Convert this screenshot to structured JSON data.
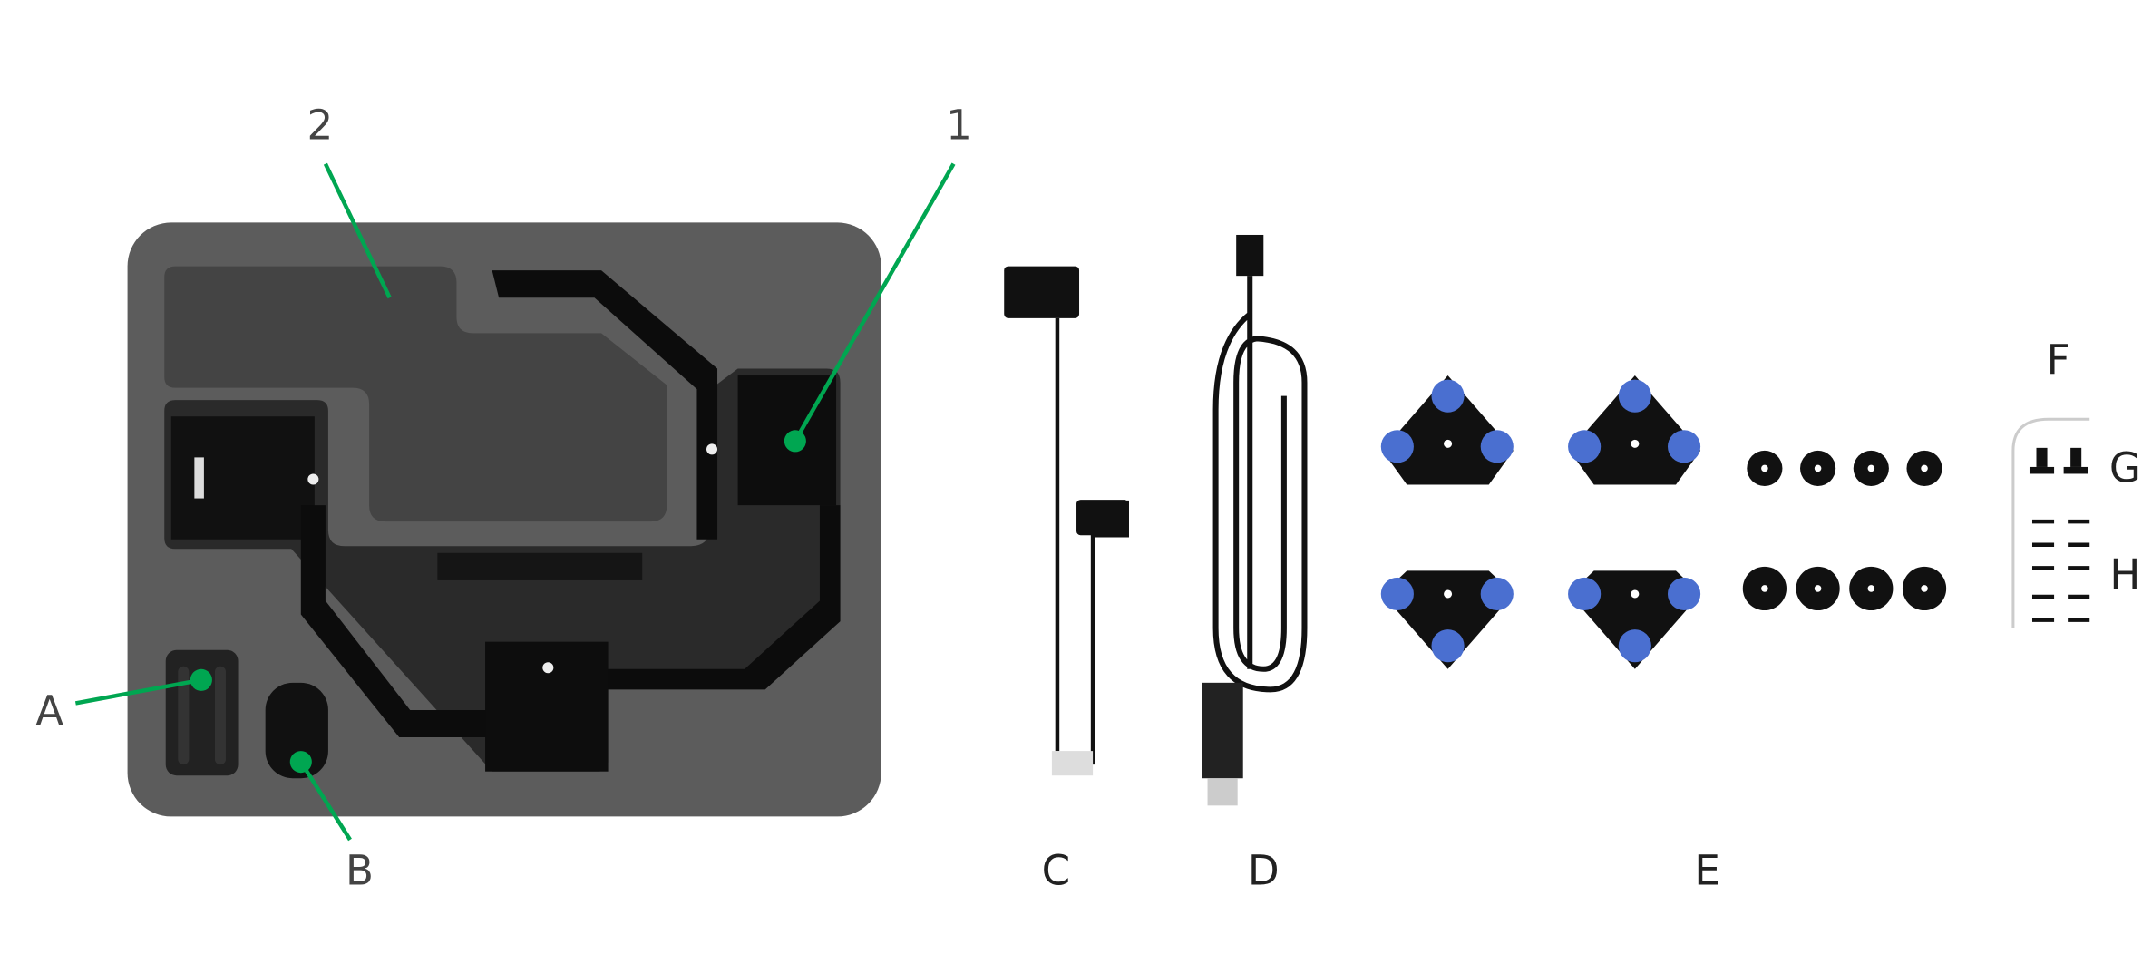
{
  "callouts": {
    "item_1": "1",
    "item_2": "2",
    "item_a": "A",
    "item_b": "B",
    "item_c": "C",
    "item_d": "D",
    "item_e": "E",
    "item_f": "F",
    "item_g": "G",
    "item_h": "H"
  },
  "colors": {
    "callout_line": "#00a651",
    "case_foam": "#5c5c5c",
    "cutout": "#3a3a3a",
    "part": "#111111",
    "suction_cup": "#4a6fd0"
  }
}
